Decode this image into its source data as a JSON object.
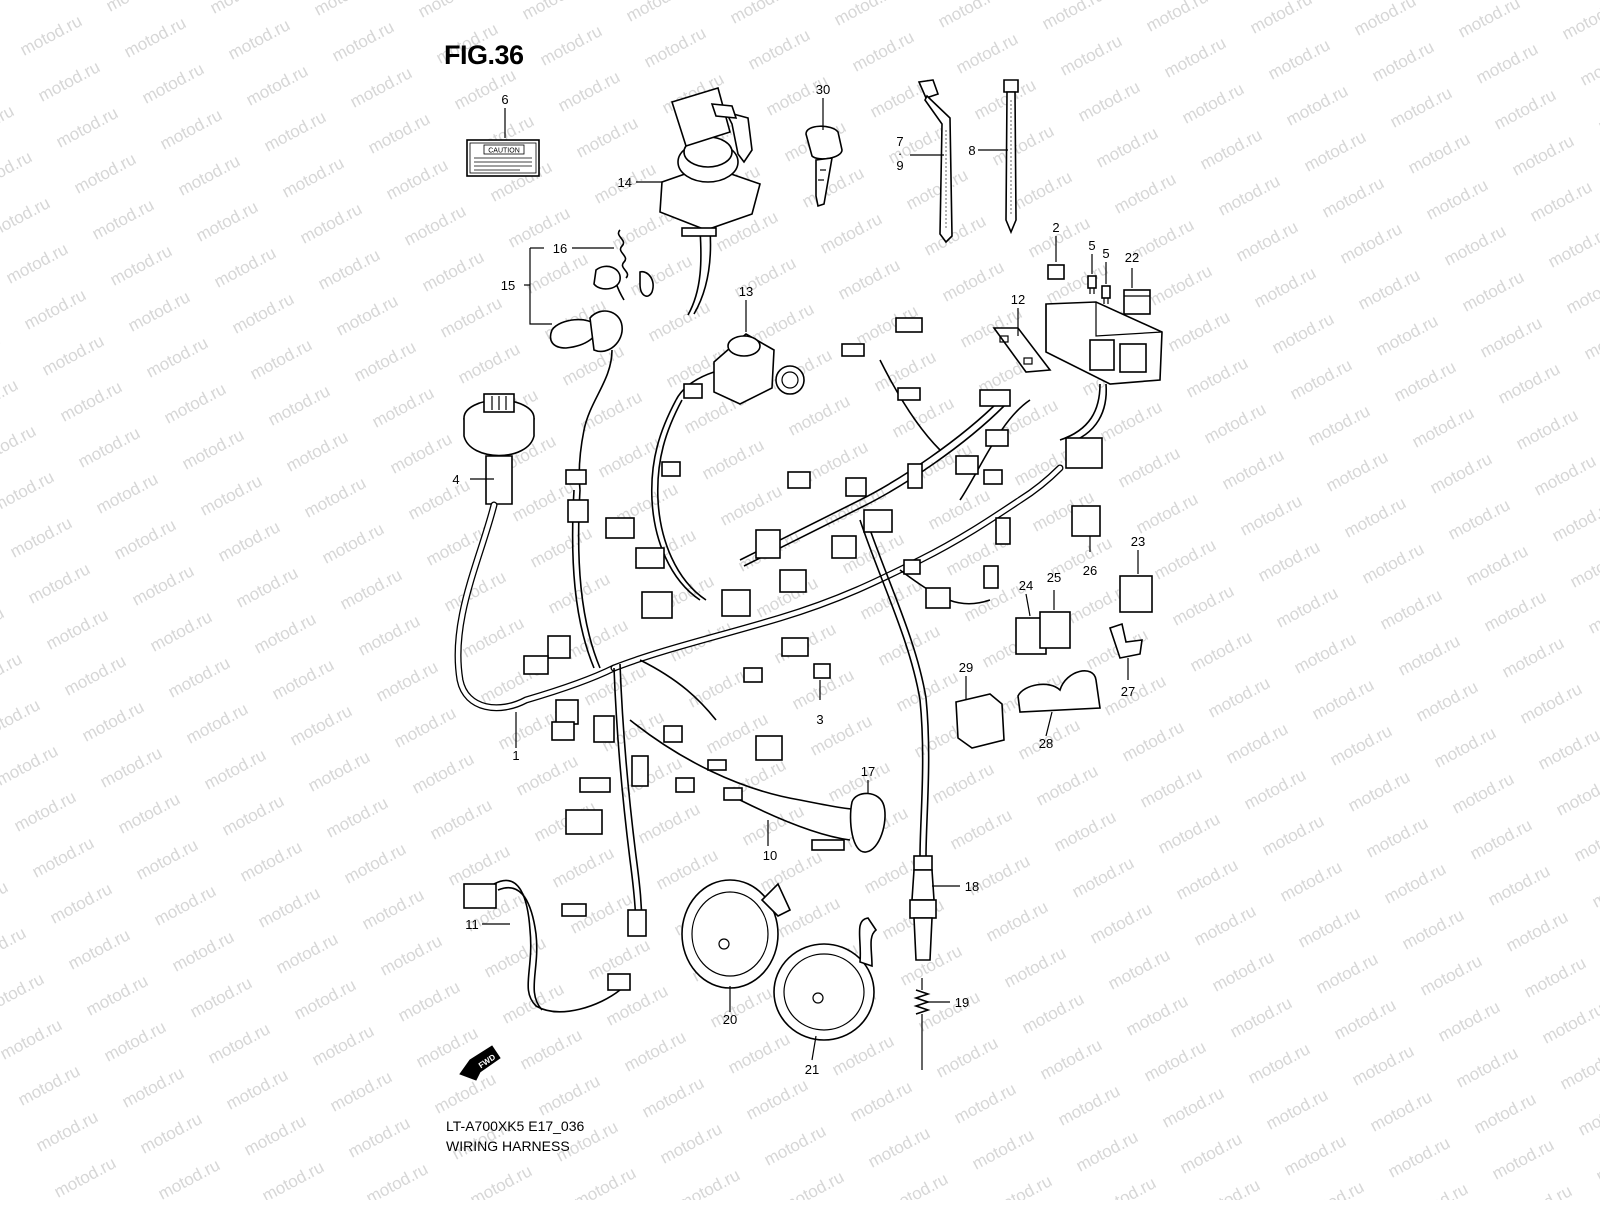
{
  "figure": {
    "title": "FIG.36",
    "model_code": "LT-A700XK5 E17_036",
    "caption": "WIRING HARNESS"
  },
  "watermark": {
    "text": "motod.ru"
  },
  "label_plate": {
    "text": "CAUTION"
  },
  "direction_arrow": {
    "text": "FWD"
  },
  "callouts": [
    {
      "id": "1",
      "label": "1"
    },
    {
      "id": "2",
      "label": "2"
    },
    {
      "id": "3",
      "label": "3"
    },
    {
      "id": "4",
      "label": "4"
    },
    {
      "id": "5a",
      "label": "5"
    },
    {
      "id": "5b",
      "label": "5"
    },
    {
      "id": "6",
      "label": "6"
    },
    {
      "id": "7",
      "label": "7"
    },
    {
      "id": "dot",
      "label": "·"
    },
    {
      "id": "9",
      "label": "9"
    },
    {
      "id": "8",
      "label": "8"
    },
    {
      "id": "10",
      "label": "10"
    },
    {
      "id": "11",
      "label": "11"
    },
    {
      "id": "12",
      "label": "12"
    },
    {
      "id": "13",
      "label": "13"
    },
    {
      "id": "14",
      "label": "14"
    },
    {
      "id": "15",
      "label": "15"
    },
    {
      "id": "16",
      "label": "16"
    },
    {
      "id": "17",
      "label": "17"
    },
    {
      "id": "18",
      "label": "18"
    },
    {
      "id": "19",
      "label": "19"
    },
    {
      "id": "20",
      "label": "20"
    },
    {
      "id": "21",
      "label": "21"
    },
    {
      "id": "22",
      "label": "22"
    },
    {
      "id": "23",
      "label": "23"
    },
    {
      "id": "24",
      "label": "24"
    },
    {
      "id": "25",
      "label": "25"
    },
    {
      "id": "26",
      "label": "26"
    },
    {
      "id": "27",
      "label": "27"
    },
    {
      "id": "28",
      "label": "28"
    },
    {
      "id": "29",
      "label": "29"
    },
    {
      "id": "30",
      "label": "30"
    }
  ]
}
